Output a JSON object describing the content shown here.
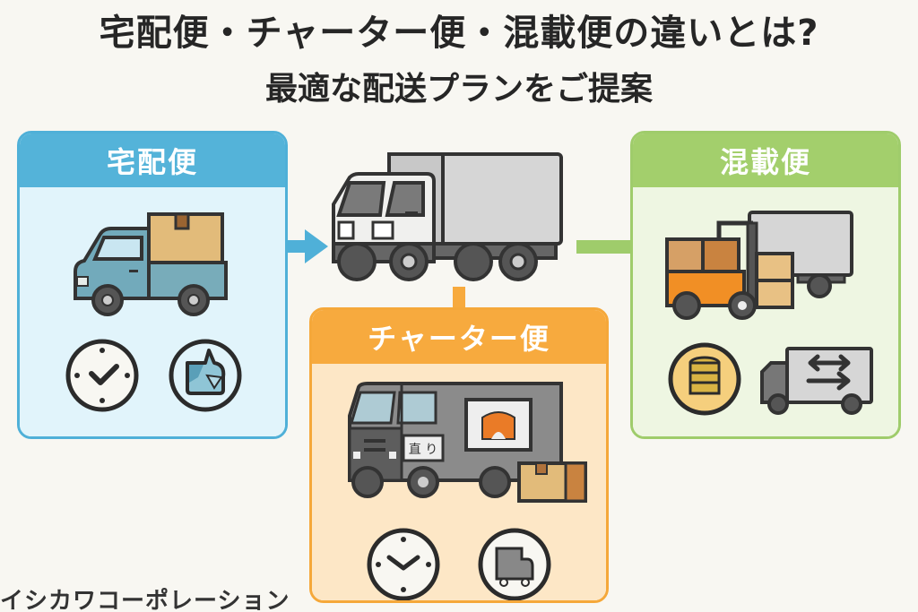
{
  "title": {
    "main": "宅配便・チャーター便・混載便の違いとは?",
    "sub": "最適な配送プランをご提案"
  },
  "center": {
    "icon": "box-truck-icon"
  },
  "cards": [
    {
      "id": "takuhaibin",
      "label": "宅配便",
      "color": "#54b3d9",
      "icons": [
        "small-pickup-truck-with-box-icon",
        "clock-icon",
        "thumbs-up-icon"
      ]
    },
    {
      "id": "charter",
      "label": "チャーター便",
      "color": "#f7aa3e",
      "icons": [
        "dedicated-truck-icon",
        "cardboard-box-icon",
        "clock-icon",
        "truck-icon"
      ],
      "truck_sign": "直 り"
    },
    {
      "id": "konsai",
      "label": "混載便",
      "color": "#a3cf6c",
      "icons": [
        "forklift-with-boxes-icon",
        "coins-icon",
        "truck-exchange-icon"
      ]
    }
  ],
  "footer": {
    "company": "イシカワコーポレーション"
  }
}
